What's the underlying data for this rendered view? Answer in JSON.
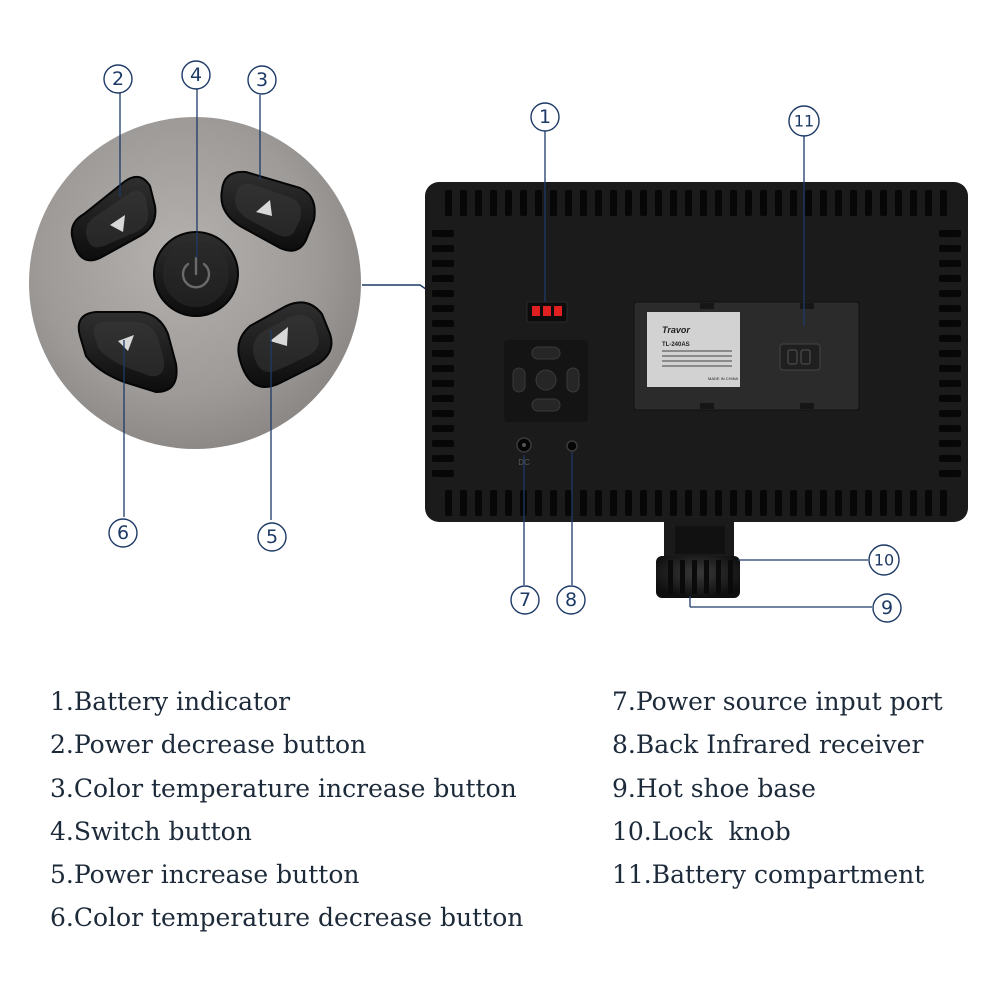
{
  "callouts": [
    {
      "number": "1",
      "target": "Battery indicator"
    },
    {
      "number": "2",
      "target": "Power decrease button"
    },
    {
      "number": "3",
      "target": "Color temperature increase button"
    },
    {
      "number": "4",
      "target": "Switch button"
    },
    {
      "number": "5",
      "target": "Power increase button"
    },
    {
      "number": "6",
      "target": "Color temperature decrease button"
    },
    {
      "number": "7",
      "target": "Power source input port"
    },
    {
      "number": "8",
      "target": "Back Infrared receiver"
    },
    {
      "number": "9",
      "target": "Hot shoe base"
    },
    {
      "number": "10",
      "target": "Lock knob"
    },
    {
      "number": "11",
      "target": "Battery compartment"
    }
  ],
  "legend": {
    "left": [
      "1.Battery indicator",
      "2.Power decrease button",
      "3.Color temperature increase button",
      "4.Switch button",
      "5.Power increase button",
      "6.Color temperature decrease button"
    ],
    "right": [
      "7.Power source input port",
      "8.Back Infrared receiver",
      "9.Hot shoe base",
      "10.Lock  knob",
      "11.Battery compartment"
    ]
  },
  "device_labels": {
    "brand": "Travor",
    "model": "TL-240AS",
    "dc_port": "DC",
    "origin": "MADE IN CHINA"
  },
  "colors": {
    "callout": "#1d3a66",
    "panel": "#1b1b1b",
    "vents": "#070707",
    "zoom_background": "#a7a4a2",
    "battery_led": "#e02020"
  }
}
